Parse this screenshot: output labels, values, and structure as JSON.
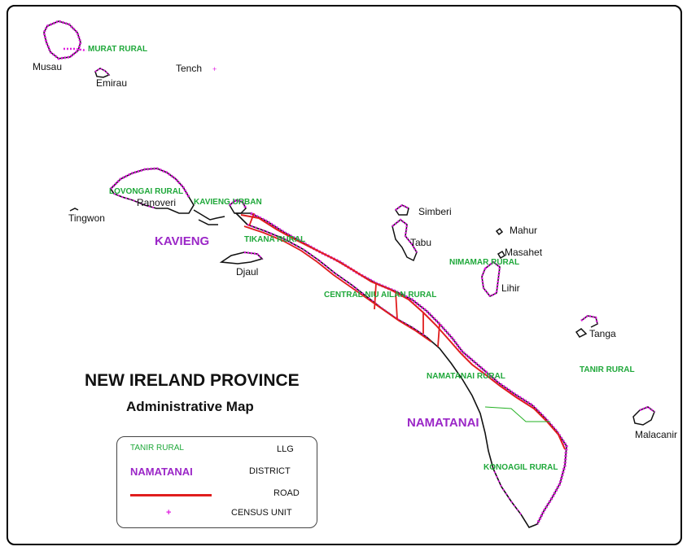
{
  "title": "NEW IRELAND PROVINCE",
  "subtitle": "Administrative Map",
  "places": {
    "musau": "Musau",
    "emirau": "Emirau",
    "tench": "Tench",
    "tingwon": "Tingwon",
    "ranoveri": "Ranoveri",
    "djaul": "Djaul",
    "simberi": "Simberi",
    "tabu": "Tabu",
    "mahur": "Mahur",
    "masahet": "Masahet",
    "lihir": "Lihir",
    "tanga": "Tanga",
    "malacanir": "Malacanir"
  },
  "llgs": {
    "murat": "MURAT RURAL",
    "lovongai": "LOVONGAI RURAL",
    "kavieng_urban": "KAVIENG URBAN",
    "tikana": "TIKANA RURAL",
    "central_niu_ailan": "CENTRAL NIU AILAN RURAL",
    "nimamar": "NIMAMAR RURAL",
    "namatanai_rural": "NAMATANAI RURAL",
    "tanir": "TANIR RURAL",
    "konoagil": "KONOAGIL RURAL"
  },
  "districts": {
    "kavieng": "KAVIENG",
    "namatanai": "NAMATANAI"
  },
  "legend": {
    "llg_sample": "TANIR RURAL",
    "llg_label": "LLG",
    "district_sample": "NAMATANAI",
    "district_label": "DISTRICT",
    "road_label": "ROAD",
    "census_symbol": "+",
    "census_label": "CENSUS UNIT"
  },
  "colors": {
    "coast": "#111111",
    "census_unit": "#e01ee0",
    "road": "#e01e1e",
    "llg_boundary": "#22b022",
    "llg_text": "#1fa83a",
    "district_text": "#9b27c7"
  }
}
